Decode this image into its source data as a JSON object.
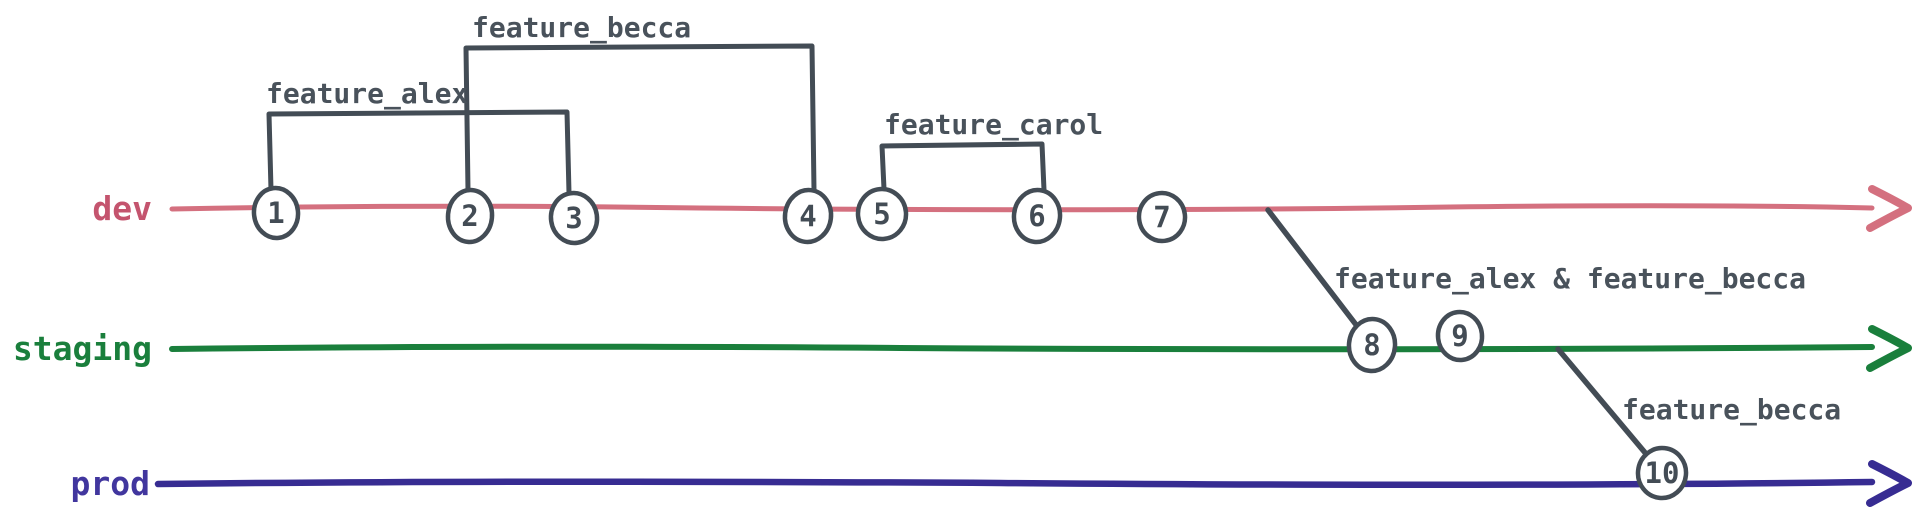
{
  "diagram": {
    "branches": [
      {
        "name": "dev",
        "label_color": "#c4546e",
        "line_color": "#d4707f"
      },
      {
        "name": "staging",
        "label_color": "#1a7f3c",
        "line_color": "#1a7f3c"
      },
      {
        "name": "prod",
        "label_color": "#41369e",
        "line_color": "#372c92"
      }
    ],
    "commits": [
      {
        "id": "1"
      },
      {
        "id": "2"
      },
      {
        "id": "3"
      },
      {
        "id": "4"
      },
      {
        "id": "5"
      },
      {
        "id": "6"
      },
      {
        "id": "7"
      },
      {
        "id": "8"
      },
      {
        "id": "9"
      },
      {
        "id": "10"
      }
    ],
    "labels": {
      "alex": "feature_alex",
      "becca_top": "feature_becca",
      "carol": "feature_carol",
      "merged_staging": "feature_alex & feature_becca",
      "merged_prod": "feature_becca"
    },
    "ink_color": "#434c55",
    "label_ink": "#49525b"
  }
}
